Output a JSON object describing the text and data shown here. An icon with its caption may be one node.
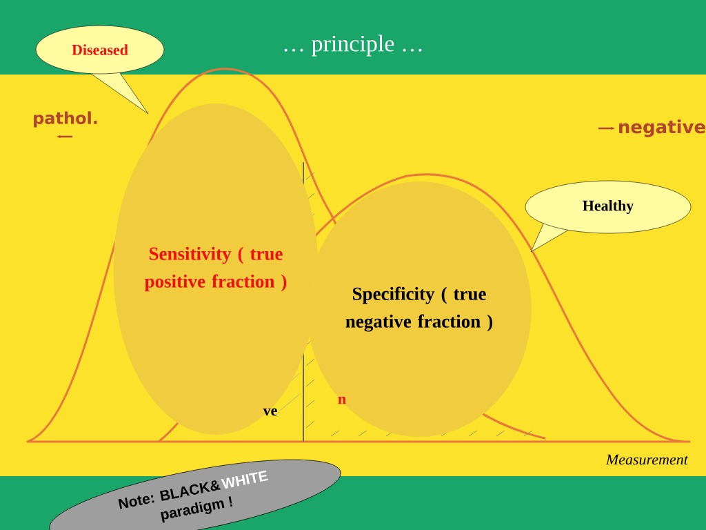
{
  "diagram": {
    "title": "… principle …",
    "nodes": [
      {
        "text": [
          "Diseased"
        ]
      },
      {
        "text": [
          "Healthy"
        ]
      },
      {
        "text": [
          "Sensitivity ( true positive fraction )"
        ]
      },
      {
        "text": [
          "Specificity ( true negative fraction )"
        ]
      },
      {
        "text": [
          "Note: BLACK&",
          "WHITE",
          "paradigm !"
        ]
      }
    ],
    "edges": [],
    "labels": [
      "pathol.",
      "negative",
      "ve",
      "n",
      "Measurement"
    ]
  }
}
